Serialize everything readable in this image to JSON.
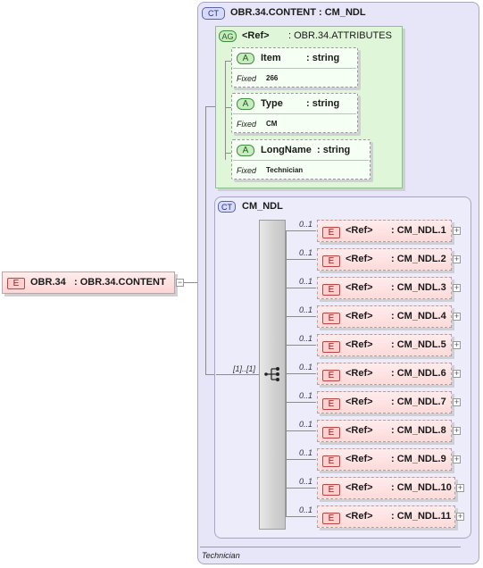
{
  "root_element": {
    "badge": "E",
    "name": "OBR.34",
    "type": ": OBR.34.CONTENT"
  },
  "complex_type": {
    "badge": "CT",
    "title": "OBR.34.CONTENT : CM_NDL",
    "footer": "Technician"
  },
  "attribute_group": {
    "badge": "AG",
    "ref": "<Ref>",
    "name": ": OBR.34.ATTRIBUTES",
    "attributes": [
      {
        "badge": "A",
        "name": "Item",
        "type": ": string",
        "fixed_label": "Fixed",
        "fixed_value": "266"
      },
      {
        "badge": "A",
        "name": "Type",
        "type": ": string",
        "fixed_label": "Fixed",
        "fixed_value": "CM"
      },
      {
        "badge": "A",
        "name": "LongName",
        "type": ": string",
        "fixed_label": "Fixed",
        "fixed_value": "Technician"
      }
    ]
  },
  "inner_type": {
    "badge": "CT",
    "name": "CM_NDL",
    "sequence_occurrence": "[1]..[1]",
    "children": [
      {
        "occurrence": "0..1",
        "badge": "E",
        "ref": "<Ref>",
        "name": ": CM_NDL.1"
      },
      {
        "occurrence": "0..1",
        "badge": "E",
        "ref": "<Ref>",
        "name": ": CM_NDL.2"
      },
      {
        "occurrence": "0..1",
        "badge": "E",
        "ref": "<Ref>",
        "name": ": CM_NDL.3"
      },
      {
        "occurrence": "0..1",
        "badge": "E",
        "ref": "<Ref>",
        "name": ": CM_NDL.4"
      },
      {
        "occurrence": "0..1",
        "badge": "E",
        "ref": "<Ref>",
        "name": ": CM_NDL.5"
      },
      {
        "occurrence": "0..1",
        "badge": "E",
        "ref": "<Ref>",
        "name": ": CM_NDL.6"
      },
      {
        "occurrence": "0..1",
        "badge": "E",
        "ref": "<Ref>",
        "name": ": CM_NDL.7"
      },
      {
        "occurrence": "0..1",
        "badge": "E",
        "ref": "<Ref>",
        "name": ": CM_NDL.8"
      },
      {
        "occurrence": "0..1",
        "badge": "E",
        "ref": "<Ref>",
        "name": ": CM_NDL.9"
      },
      {
        "occurrence": "0..1",
        "badge": "E",
        "ref": "<Ref>",
        "name": ": CM_NDL.10"
      },
      {
        "occurrence": "0..1",
        "badge": "E",
        "ref": "<Ref>",
        "name": ": CM_NDL.11"
      }
    ]
  },
  "icons": {
    "expander": "plus-expander-icon",
    "sequence": "sequence-compositor-icon"
  }
}
